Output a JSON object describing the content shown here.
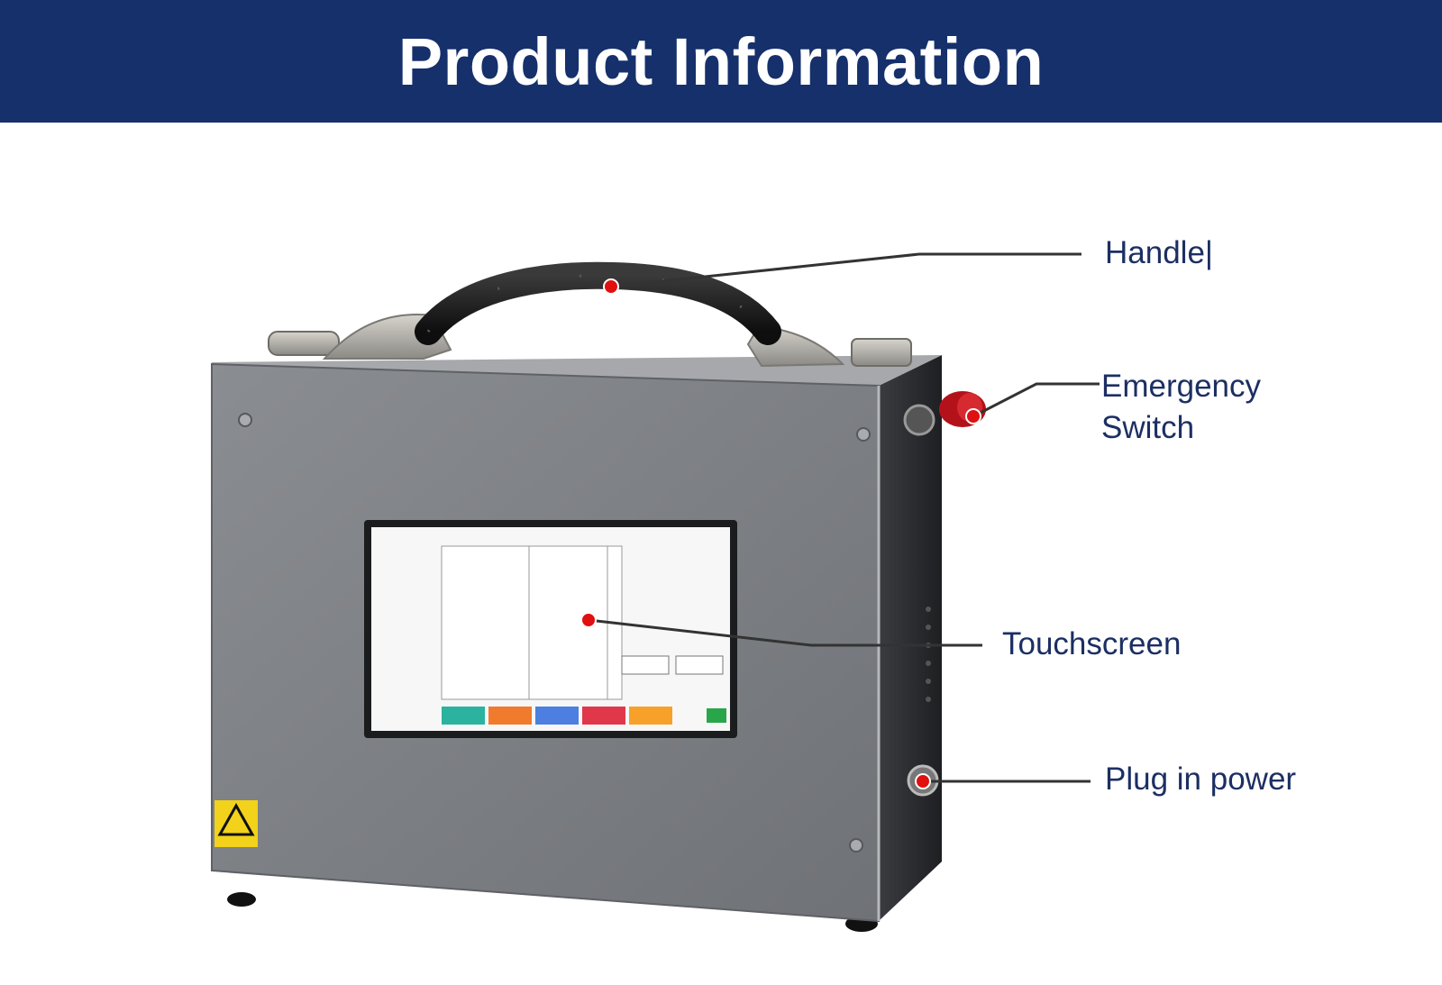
{
  "header": {
    "title": "Product Information"
  },
  "callouts": {
    "handle": "Handle|",
    "emergency_switch": "Emergency\nSwitch",
    "touchscreen": "Touchscreen",
    "power": "Plug in power"
  },
  "colors": {
    "banner": "#15306b",
    "label_text": "#1c2f63",
    "marker": "#e01010",
    "case": "#7b7e82"
  },
  "icons": [
    "warning-triangle-icon",
    "emergency-stop-button",
    "power-connector"
  ]
}
